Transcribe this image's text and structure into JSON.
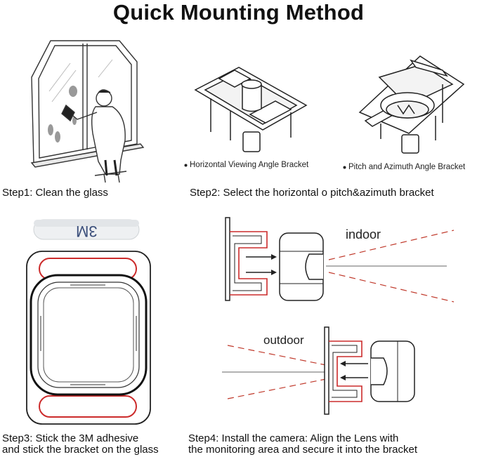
{
  "title": "Quick Mounting Method",
  "steps": {
    "step1": "Step1: Clean the glass",
    "step2": "Step2: Select the horizontal o pitch&azimuth bracket",
    "step3_line1": "Step3: Stick the 3M adhesive",
    "step3_line2": "and stick the bracket on the glass",
    "step4_line1": "Step4: Install the camera: Align the Lens with",
    "step4_line2": "the monitoring area and secure it into the bracket"
  },
  "captions": {
    "horizontal": "Horizontal Viewing Angle Bracket",
    "pitch": "Pitch and Azimuth Angle Bracket"
  },
  "labels": {
    "indoor": "indoor",
    "outdoor": "outdoor",
    "adhesive_brand": "3M"
  },
  "colors": {
    "line": "#222222",
    "adhesive_red": "#cc2b2b",
    "dashed_red": "#c0392b"
  }
}
